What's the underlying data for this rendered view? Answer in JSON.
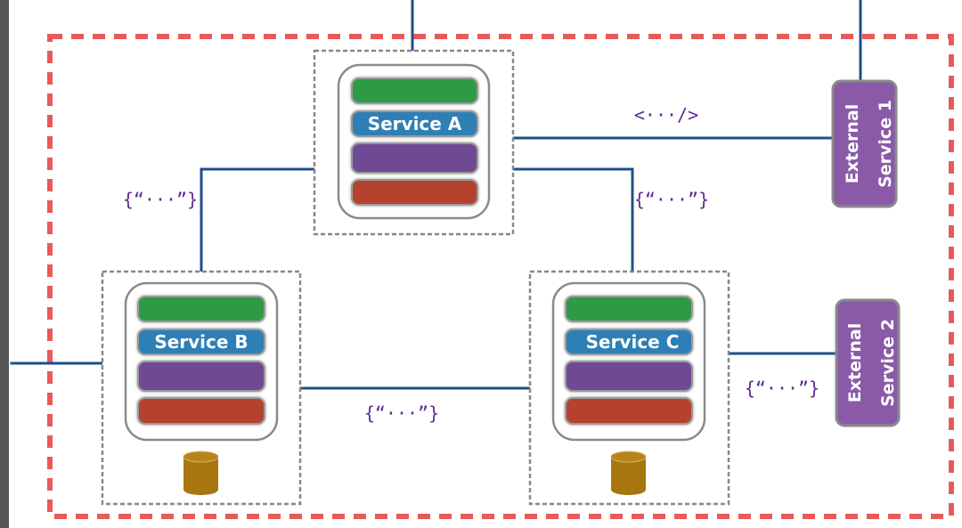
{
  "diagram": {
    "boundary": {
      "label": "",
      "color": "#e85a5a"
    },
    "colors": {
      "layer_1": "#2e9a45",
      "layer_2": "#2f7fb5",
      "layer_3": "#6f4a95",
      "layer_4": "#b5432f",
      "database": "#a8760f",
      "connector": "#1f4f8a",
      "payload_text": "#5c2d91",
      "external": "#8a5aa8"
    },
    "services": [
      {
        "id": "service-a",
        "label": "Service A",
        "has_database": false
      },
      {
        "id": "service-b",
        "label": "Service B",
        "has_database": true
      },
      {
        "id": "service-c",
        "label": "Service C",
        "has_database": true
      }
    ],
    "external_services": [
      {
        "id": "external-service-1",
        "line1": "External",
        "line2": "Service 1"
      },
      {
        "id": "external-service-2",
        "line1": "External",
        "line2": "Service 2"
      }
    ],
    "connections": [
      {
        "from": "service-a",
        "to": "external-service-1",
        "payload": "<···/>"
      },
      {
        "from": "service-a",
        "to": "service-b",
        "payload": "{“···”}"
      },
      {
        "from": "service-a",
        "to": "service-c",
        "payload": "{“···”}"
      },
      {
        "from": "service-b",
        "to": "service-c",
        "payload": "{“···”}"
      },
      {
        "from": "service-c",
        "to": "external-service-2",
        "payload": "{“···”}"
      },
      {
        "from": "outside",
        "to": "service-a",
        "payload": ""
      },
      {
        "from": "outside",
        "to": "external-service-1",
        "payload": ""
      },
      {
        "from": "outside",
        "to": "service-b",
        "payload": ""
      }
    ]
  }
}
